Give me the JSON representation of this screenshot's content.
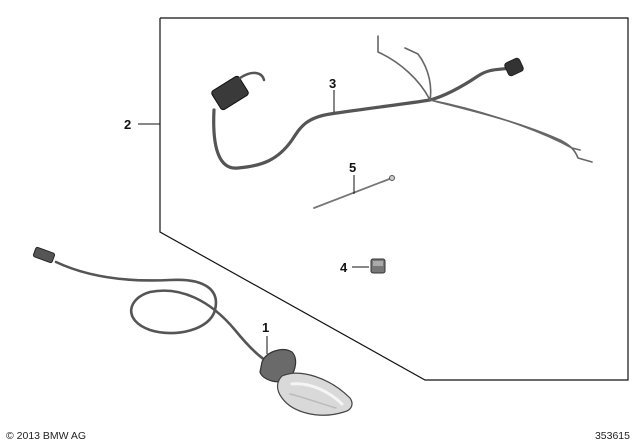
{
  "callouts": [
    "1",
    "2",
    "3",
    "4",
    "5"
  ],
  "footer": {
    "copyright": "© 2013 BMW AG",
    "drawing_number": "353615"
  }
}
